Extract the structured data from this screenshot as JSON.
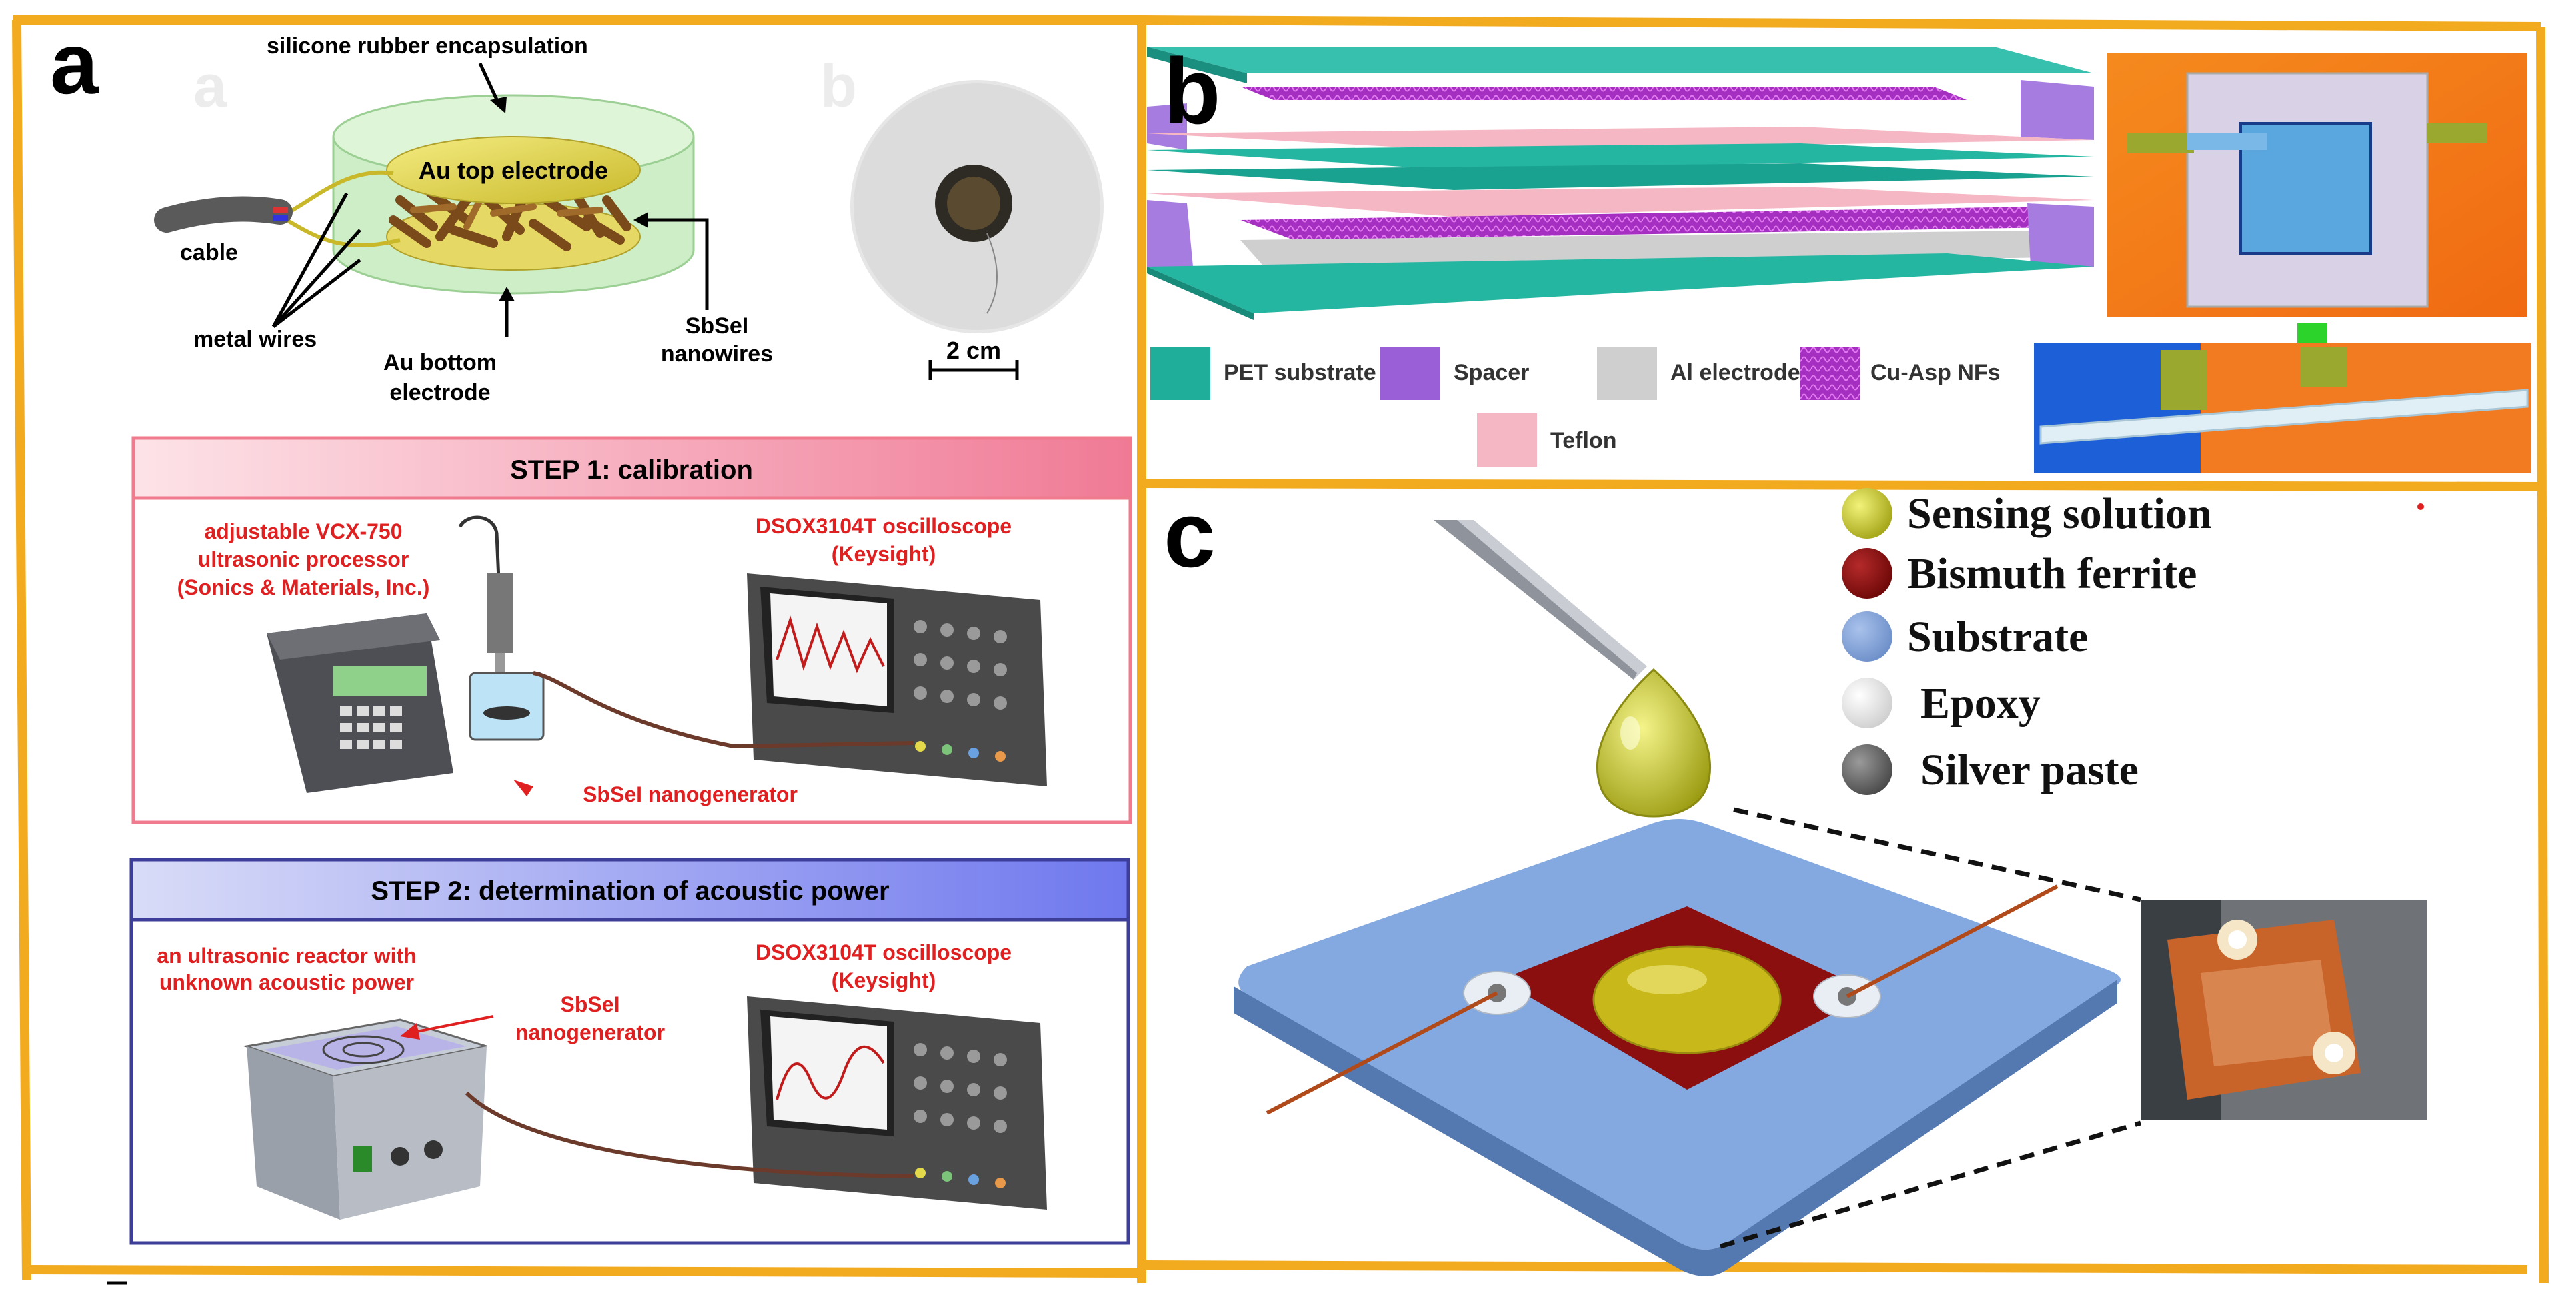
{
  "panel_a": {
    "letter": "a",
    "ghost_letters": [
      "a",
      "b"
    ],
    "encapsulation_label": "silicone rubber encapsulation",
    "top_electrode_label": "Au top electrode",
    "cable_label": "cable",
    "wires_label": "metal wires",
    "bottom_electrode_line1": "Au bottom",
    "bottom_electrode_line2": "electrode",
    "nanowires_line1": "SbSeI",
    "nanowires_line2": "nanowires",
    "scale_label": "2 cm",
    "step1": {
      "title": "STEP 1: calibration",
      "processor_line1": "adjustable VCX-750",
      "processor_line2": "ultrasonic processor",
      "processor_line3": "(Sonics & Materials, Inc.)",
      "scope_line1": "DSOX3104T oscilloscope",
      "scope_line2": "(Keysight)",
      "nanogen_label": "SbSeI nanogenerator"
    },
    "step2": {
      "title": "STEP 2: determination of acoustic power",
      "reactor_line1": "an ultrasonic reactor with",
      "reactor_line2": "unknown acoustic power",
      "nanogen_line1": "SbSeI",
      "nanogen_line2": "nanogenerator",
      "scope_line1": "DSOX3104T oscilloscope",
      "scope_line2": "(Keysight)"
    }
  },
  "panel_b": {
    "letter": "b",
    "legend": [
      {
        "label": "PET substrate",
        "color": "#1fae9a"
      },
      {
        "label": "Spacer",
        "color": "#9a5fd6"
      },
      {
        "label": "Al electrode",
        "color": "#cfcfcf"
      },
      {
        "label": "Cu-Asp NFs",
        "color": "#b02fc4"
      },
      {
        "label": "Teflon",
        "color": "#f6b7c4"
      }
    ]
  },
  "panel_c": {
    "letter": "c",
    "legend": [
      {
        "label": "Sensing solution",
        "color": "#c6c622"
      },
      {
        "label": "Bismuth ferrite",
        "color": "#8a0f0f"
      },
      {
        "label": "Substrate",
        "color": "#7fa3d8"
      },
      {
        "label": "Epoxy",
        "color": "#e6e6e6"
      },
      {
        "label": "Silver paste",
        "color": "#666666"
      }
    ]
  },
  "colors": {
    "frame": "#f2aa1f",
    "step1_border": "#f07a8e",
    "step2_border": "#3d3d9a",
    "red_text": "#e02020"
  }
}
